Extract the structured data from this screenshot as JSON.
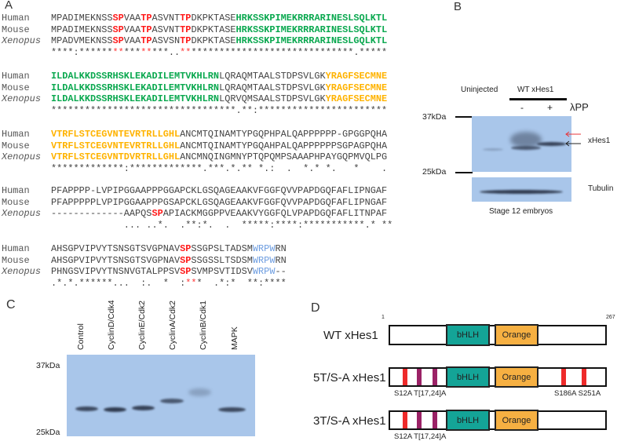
{
  "panel_a": {
    "letter": "A",
    "blocks": [
      {
        "rows": [
          {
            "name": "Human",
            "segments": [
              {
                "text": "MPADIMEKNSS",
                "style": "plain"
              },
              {
                "text": "SP",
                "style": "red"
              },
              {
                "text": "VAA",
                "style": "plain"
              },
              {
                "text": "TP",
                "style": "red"
              },
              {
                "text": "ASVNT",
                "style": "plain"
              },
              {
                "text": "TP",
                "style": "red"
              },
              {
                "text": "DKPKTASE",
                "style": "plain"
              },
              {
                "text": "HRKSSKPIMEKRRRARINESLSQLKTL",
                "style": "green"
              }
            ]
          },
          {
            "name": "Mouse",
            "segments": [
              {
                "text": "MPADIMEKNSS",
                "style": "plain"
              },
              {
                "text": "SP",
                "style": "red"
              },
              {
                "text": "VAA",
                "style": "plain"
              },
              {
                "text": "TP",
                "style": "red"
              },
              {
                "text": "ASVNT",
                "style": "plain"
              },
              {
                "text": "TP",
                "style": "red"
              },
              {
                "text": "DKPKTASE",
                "style": "plain"
              },
              {
                "text": "HRKSSKPIMEKRRRARINESLSQLKTL",
                "style": "green"
              }
            ]
          },
          {
            "name": "Xenopus",
            "segments": [
              {
                "text": "MPADVMEKNSS",
                "style": "plain"
              },
              {
                "text": "SP",
                "style": "red"
              },
              {
                "text": "VAA",
                "style": "plain"
              },
              {
                "text": "TP",
                "style": "red"
              },
              {
                "text": "ASVSN",
                "style": "plain"
              },
              {
                "text": "TP",
                "style": "red"
              },
              {
                "text": "DKPKTASE",
                "style": "plain"
              },
              {
                "text": "HRKSSKPIMEKRRRARINESLGQLKTL",
                "style": "green"
              }
            ]
          }
        ],
        "consensus": [
          {
            "text": "****:******",
            "style": "plain"
          },
          {
            "text": "**",
            "style": "redstar"
          },
          {
            "text": "***",
            "style": "plain"
          },
          {
            "text": "**",
            "style": "redstar"
          },
          {
            "text": "***..",
            "style": "plain"
          },
          {
            "text": "**",
            "style": "redstar"
          },
          {
            "text": "*****************************.*****",
            "style": "plain"
          }
        ]
      },
      {
        "rows": [
          {
            "name": "Human",
            "segments": [
              {
                "text": "ILDALKKDSSRHSKLEKADILEMTVKHLRN",
                "style": "green"
              },
              {
                "text": "LQRAQMTAALSTDPSVLGK",
                "style": "plain"
              },
              {
                "text": "YRAGFSECMNE",
                "style": "orange"
              }
            ]
          },
          {
            "name": "Mouse",
            "segments": [
              {
                "text": "ILDALKKDSSRHSKLEKADILEMTVKHLRN",
                "style": "green"
              },
              {
                "text": "LQRAQMTAALSTDPSVLGK",
                "style": "plain"
              },
              {
                "text": "YRAGFSECMNE",
                "style": "orange"
              }
            ]
          },
          {
            "name": "Xenopus",
            "segments": [
              {
                "text": "ILDALKKDSSRHSKLEKADILEMTVKHLRN",
                "style": "green"
              },
              {
                "text": "LQRVQMSAALSTDPSVLGK",
                "style": "plain"
              },
              {
                "text": "YRAGFSECMNE",
                "style": "orange"
              }
            ]
          }
        ],
        "consensus": [
          {
            "text": "*********************************.**:***********************",
            "style": "plain"
          }
        ]
      },
      {
        "rows": [
          {
            "name": "Human",
            "segments": [
              {
                "text": "VTRFLSTCEGVNTEVRTRLLGHL",
                "style": "orange"
              },
              {
                "text": "ANCMTQINAMTYPGQPHPALQAPPPPPP-GPGGPQHA",
                "style": "plain"
              }
            ]
          },
          {
            "name": "Mouse",
            "segments": [
              {
                "text": "VTRFLSTCEGVNTEVRTRLLGHL",
                "style": "orange"
              },
              {
                "text": "ANCMTQINAMTYPGQAHPALQAPPPPPPSGPAGPQHA",
                "style": "plain"
              }
            ]
          },
          {
            "name": "Xenopus",
            "segments": [
              {
                "text": "VTRFLSTCEGVNTDVRTRLLGHL",
                "style": "orange"
              },
              {
                "text": "ANCMNQINGMNYPTQPQMPSAAAPHPAYGQPMVQLPG",
                "style": "plain"
              }
            ]
          }
        ],
        "consensus": [
          {
            "text": "*************:*************.***.*.** *.:  .  *.* *.   *    .",
            "style": "plain"
          }
        ]
      },
      {
        "rows": [
          {
            "name": "Human",
            "segments": [
              {
                "text": "PFAPPPP-LVPIPGGAAPPPGGAPCKLGSQAGEAAKVFGGFQVVPAPDGQFAFLIPNGAF",
                "style": "plain"
              }
            ]
          },
          {
            "name": "Mouse",
            "segments": [
              {
                "text": "PFAPPPPPLVPIPGGAAPPPGSAPCKLGSQAGEAAKVFGGFQVVPAPDGQFAFLIPNGAF",
                "style": "plain"
              }
            ]
          },
          {
            "name": "Xenopus",
            "segments": [
              {
                "text": "-------------AAPQS",
                "style": "plain"
              },
              {
                "text": "SP",
                "style": "red"
              },
              {
                "text": "APIACKMGGPPVEAAKVYGGFQLVPAPDGQFAFLITNPAF",
                "style": "plain"
              }
            ]
          }
        ],
        "consensus": [
          {
            "text": "             ... ..*.  .**:*.  .  *****:****:***********.* **",
            "style": "plain"
          }
        ]
      },
      {
        "rows": [
          {
            "name": "Human",
            "segments": [
              {
                "text": "AHSGPVIPVYTSNSGTSVGPNAV",
                "style": "plain"
              },
              {
                "text": "SP",
                "style": "red"
              },
              {
                "text": "SSGPSLTADSM",
                "style": "plain"
              },
              {
                "text": "WRPW",
                "style": "blue"
              },
              {
                "text": "RN",
                "style": "plain"
              }
            ]
          },
          {
            "name": "Mouse",
            "segments": [
              {
                "text": "AHSGPVIPVYTSNSGTSVGPNAV",
                "style": "plain"
              },
              {
                "text": "SP",
                "style": "red"
              },
              {
                "text": "SSGSSLTSDSM",
                "style": "plain"
              },
              {
                "text": "WRPW",
                "style": "blue"
              },
              {
                "text": "RN",
                "style": "plain"
              }
            ]
          },
          {
            "name": "Xenopus",
            "segments": [
              {
                "text": "PHNGSVIPVYTNSNVGTALPPSV",
                "style": "plain"
              },
              {
                "text": "SP",
                "style": "red"
              },
              {
                "text": "SVMPSVTIDSV",
                "style": "plain"
              },
              {
                "text": "WRPW",
                "style": "blue"
              },
              {
                "text": "--",
                "style": "plain"
              }
            ]
          }
        ],
        "consensus": [
          {
            "text": ".*.*.******...  :.  *  :",
            "style": "plain"
          },
          {
            "text": "**",
            "style": "redstar"
          },
          {
            "text": "*  .*:*  **:****",
            "style": "plain"
          }
        ]
      }
    ]
  },
  "panel_b": {
    "letter": "B",
    "lane_uninjected": "Uninjected",
    "group_label": "WT xHes1",
    "minus": "-",
    "plus": "+",
    "treatment": "λPP",
    "marker_top": "37kDa",
    "marker_bottom": "25kDa",
    "band_label": "xHes1",
    "loading_label": "Tubulin",
    "caption": "Stage 12 embryos",
    "arrow_colors": {
      "phospho": "#e8343a",
      "unphospho": "#222222"
    }
  },
  "panel_c": {
    "letter": "C",
    "lanes": [
      "Control",
      "CyclinD/Cdk4",
      "CyclinE/Cdk2",
      "CyclinA/Cdk2",
      "CyclinB/Cdk1",
      "MAPK"
    ],
    "marker_top": "37kDa",
    "marker_bottom": "25kDa"
  },
  "panel_d": {
    "letter": "D",
    "start": "1",
    "end": "267",
    "constructs": [
      {
        "name": "WT xHes1",
        "domain1": "bHLH",
        "domain2": "Orange"
      },
      {
        "name": "5T/S-A xHes1",
        "domain1": "bHLH",
        "domain2": "Orange",
        "label_left": "S12A T[17,24]A",
        "label_right": "S186A S251A"
      },
      {
        "name": "3T/S-A xHes1",
        "domain1": "bHLH",
        "domain2": "Orange",
        "label_left": "S12A T[17,24]A"
      }
    ],
    "colors": {
      "bhlh": "#14a497",
      "orange": "#f6b042",
      "serine": "#ee2a2a",
      "threonine": "#9b2266"
    }
  }
}
